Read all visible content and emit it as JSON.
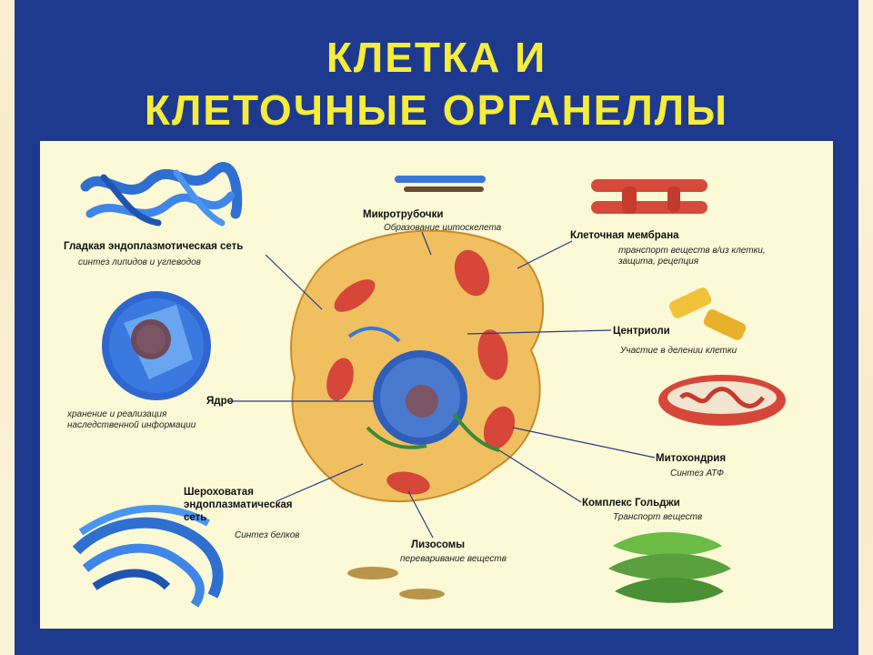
{
  "title": {
    "line1": "КЛЕТКА И",
    "line2": "КЛЕТОЧНЫЕ ОРГАНЕЛЛЫ"
  },
  "labels": {
    "smooth_er": {
      "name": "Гладкая эндоплазмотическая сеть",
      "desc": "синтез липидов и углеводов"
    },
    "microtubules": {
      "name": "Микротрубочки",
      "desc": "Образование цитоскелета"
    },
    "membrane": {
      "name": "Клеточная мембрана",
      "desc1": "транспорт веществ в/из клетки,",
      "desc2": "защита, рецепция"
    },
    "centrioles": {
      "name": "Центриоли",
      "desc": "Участие в делении клетки"
    },
    "nucleus": {
      "name": "Ядро",
      "desc1": "хранение и реализация",
      "desc2": "наследственной информации"
    },
    "mitochondria": {
      "name": "Митохондрия",
      "desc": "Синтез АТФ"
    },
    "rough_er": {
      "name1": "Шероховатая",
      "name2": "эндоплазматическая",
      "name3": "сеть",
      "desc": "Синтез белков"
    },
    "golgi": {
      "name": "Комплекс Гольджи",
      "desc": "Транспорт веществ"
    },
    "lysosomes": {
      "name": "Лизосомы",
      "desc": "переваривание веществ"
    }
  },
  "colors": {
    "frame": "#1e3a8f",
    "title": "#f6ec3a",
    "panel": "#fbf9d6",
    "cytoplasm": "#f0c060",
    "organelle_blue": "#3a78d8",
    "mitochondria": "#d64a3a",
    "golgi_green": "#5aa040"
  }
}
